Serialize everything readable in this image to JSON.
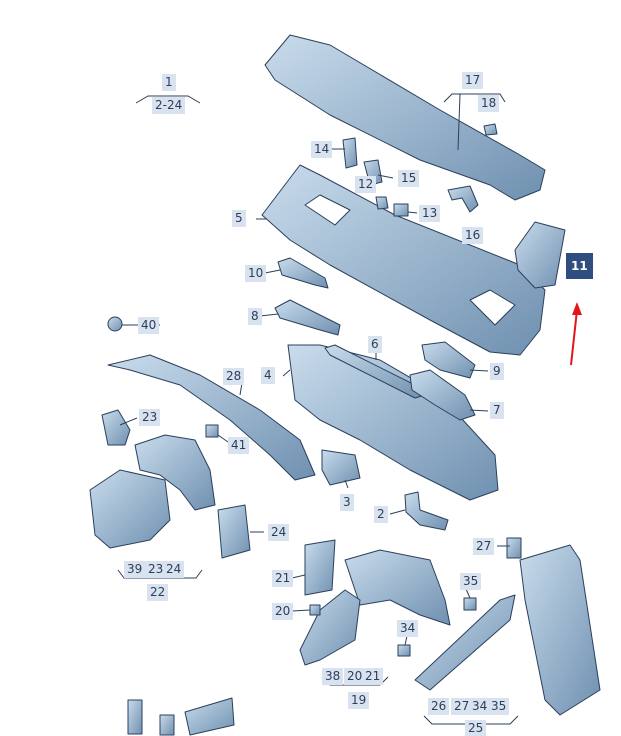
{
  "diagram": {
    "highlight_color": "#2f4d7e",
    "label_bg": "#d9e2ef",
    "part_fill": "#a9c4dd",
    "part_stroke": "#2b3f5c",
    "arrow_color": "#e3161b",
    "labels": {
      "p1": "1",
      "p2_24": "2-24",
      "p17": "17",
      "p18": "18",
      "p14": "14",
      "p15": "15",
      "p12": "12",
      "p13": "13",
      "p16": "16",
      "p5": "5",
      "p11": "11",
      "p10": "10",
      "p8": "8",
      "p40": "40",
      "p6": "6",
      "p4": "4",
      "p9": "9",
      "p7": "7",
      "p28": "28",
      "p3": "3",
      "p2": "2",
      "p23": "23",
      "p41": "41",
      "p24": "24",
      "p39": "39",
      "p23b": "23",
      "p24b": "24",
      "p22": "22",
      "p27": "27",
      "p21": "21",
      "p35": "35",
      "p20": "20",
      "p34": "34",
      "p38": "38",
      "p20b": "20",
      "p21b": "21",
      "p19": "19",
      "p26": "26",
      "p27b": "27",
      "p34b": "34",
      "p35b": "35",
      "p25": "25"
    }
  }
}
